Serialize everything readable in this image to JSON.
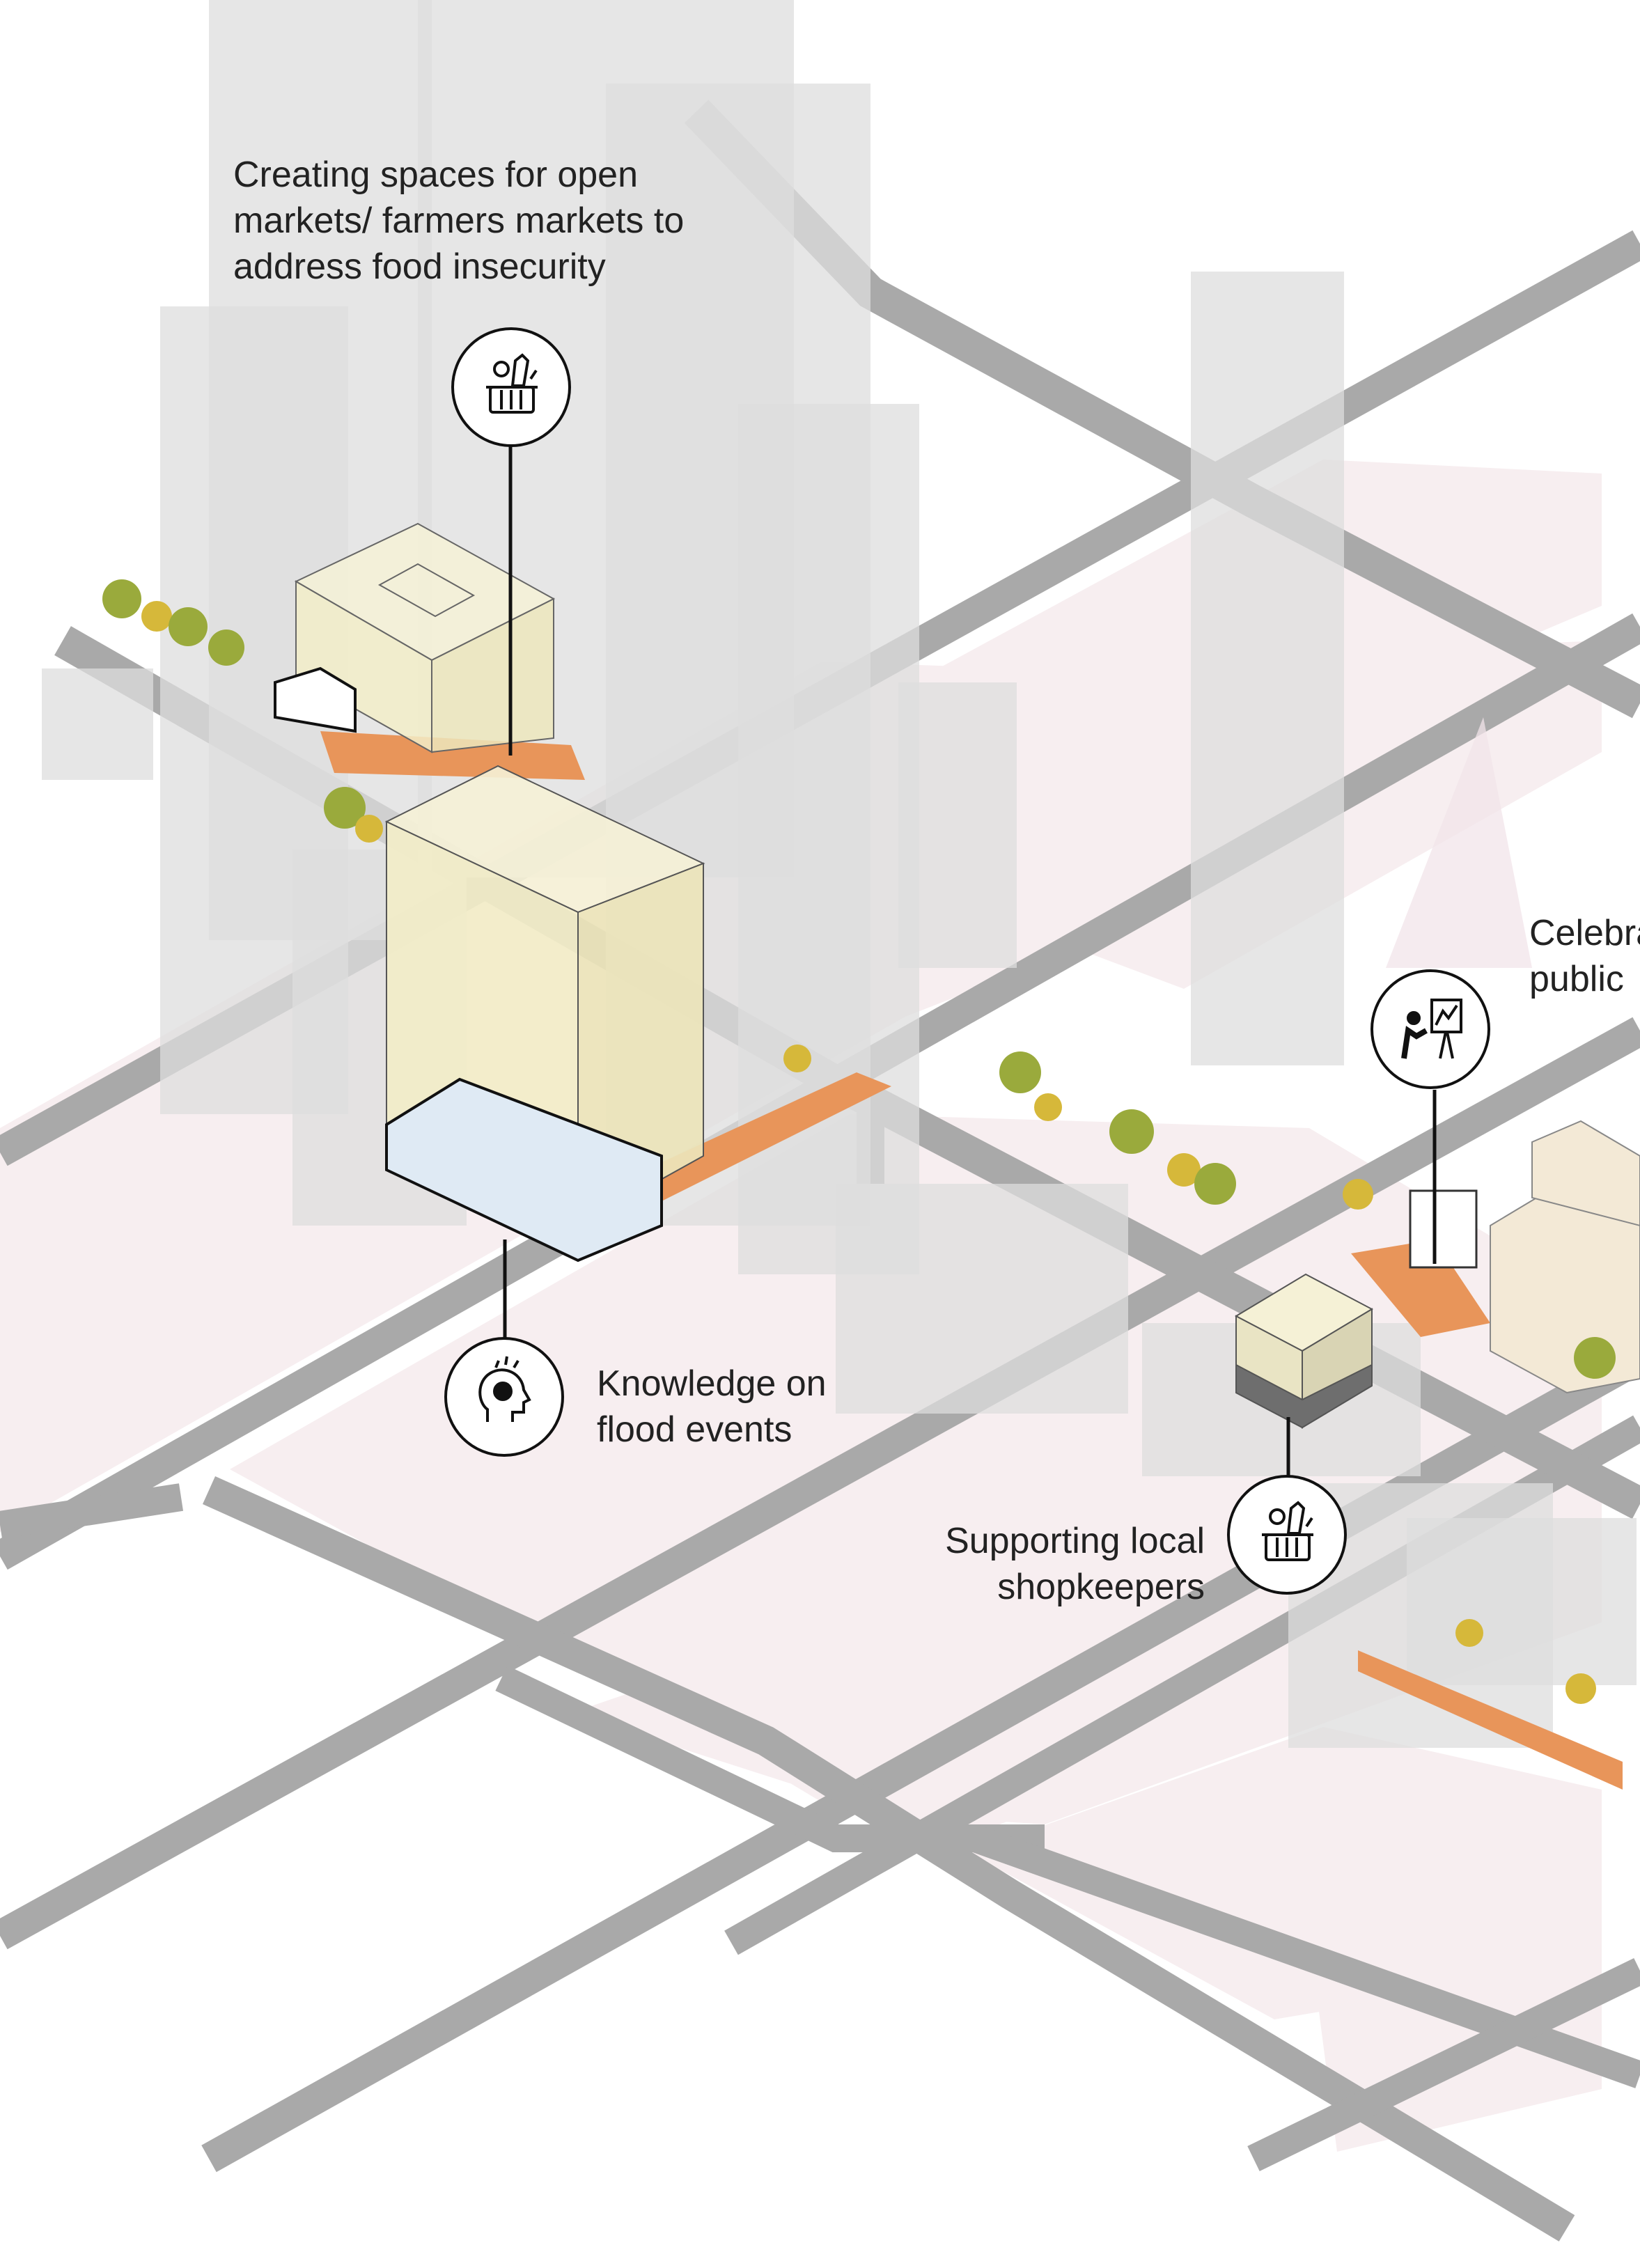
{
  "callouts": {
    "markets": {
      "text": "Creating spaces for open\nmarkets/ farmers markets to\naddress food insecurity",
      "icon": "market-basket-icon"
    },
    "flood": {
      "text": "Knowledge on\nflood events",
      "icon": "head-gear-icon"
    },
    "shopkeepers": {
      "text": "Supporting local\nshopkeepers",
      "icon": "market-basket-icon"
    },
    "celebrate": {
      "text": "Celebra\npublic",
      "icon": "public-art-icon"
    }
  },
  "colors": {
    "road": "#a9a9a9",
    "block_pink": "#f7eef0",
    "tower_grey": "#dedede",
    "building_cream": "#f5f1d6",
    "walkway_orange": "#e8955a",
    "tree_green": "#9aaa3c",
    "tree_yellow": "#d6b83a",
    "leader_line": "#111111"
  }
}
